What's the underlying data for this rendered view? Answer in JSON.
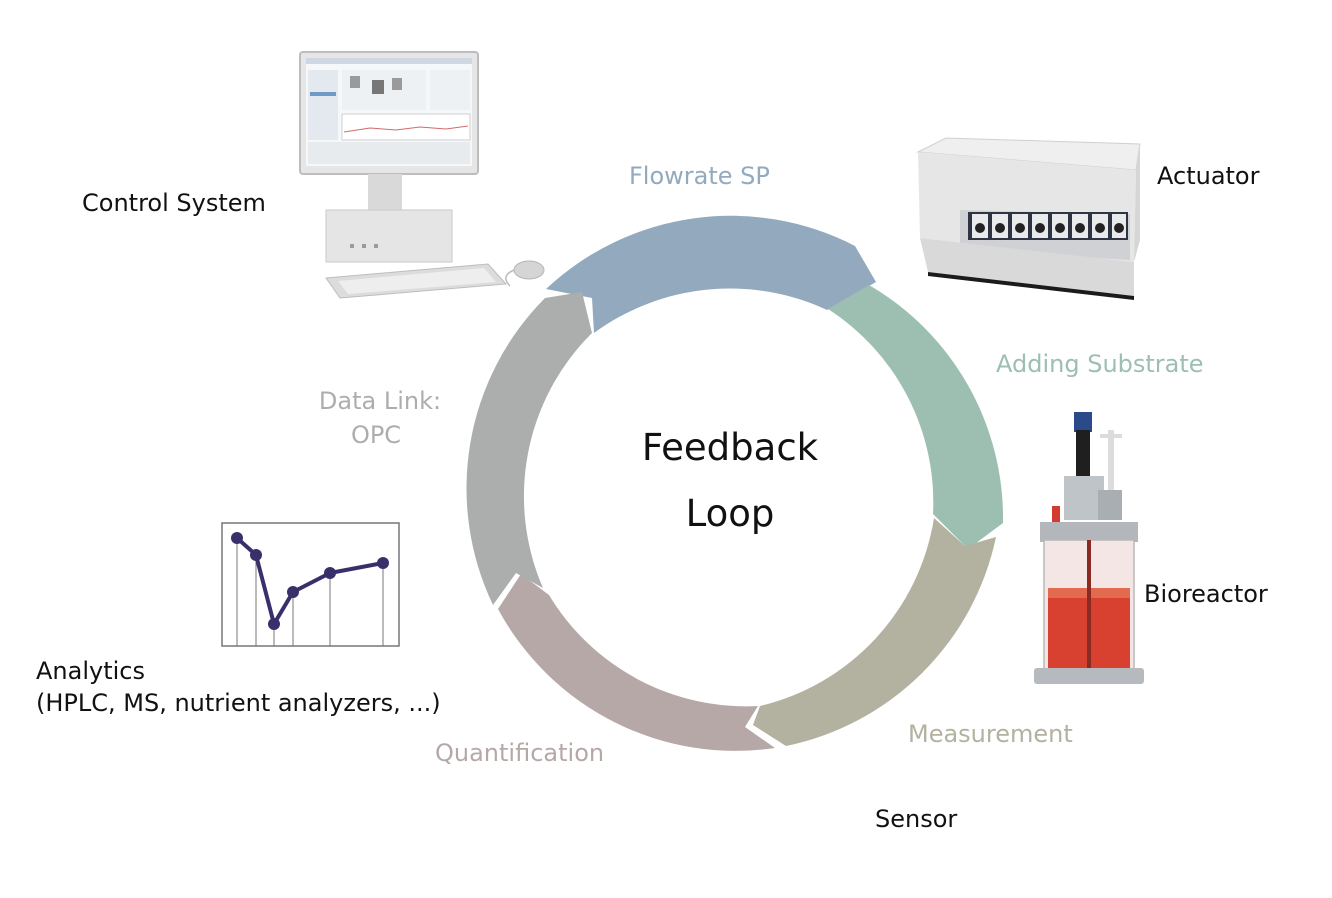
{
  "center": {
    "line1": "Feedback",
    "line2": "Loop"
  },
  "steps": {
    "flowrate": "Flowrate SP",
    "adding": "Adding Substrate",
    "measurement": "Measurement",
    "quantification": "Quantification",
    "datalink_1": "Data Link:",
    "datalink_2": "OPC"
  },
  "devices": {
    "control_system": "Control System",
    "actuator": "Actuator",
    "bioreactor": "Bioreactor",
    "sensor": "Sensor",
    "analytics_1": "Analytics",
    "analytics_2": "(HPLC, MS, nutrient analyzers, ...)"
  },
  "colors": {
    "flowrate": "#93a9bd",
    "adding": "#9dbfb2",
    "measurement": "#b3b19f",
    "quantification": "#b7a8a8",
    "datalink": "#acaeae",
    "chart_line": "#3b2f6b"
  },
  "icons": [
    "computer-icon",
    "pump-icon",
    "bioreactor-icon",
    "chart-icon"
  ]
}
